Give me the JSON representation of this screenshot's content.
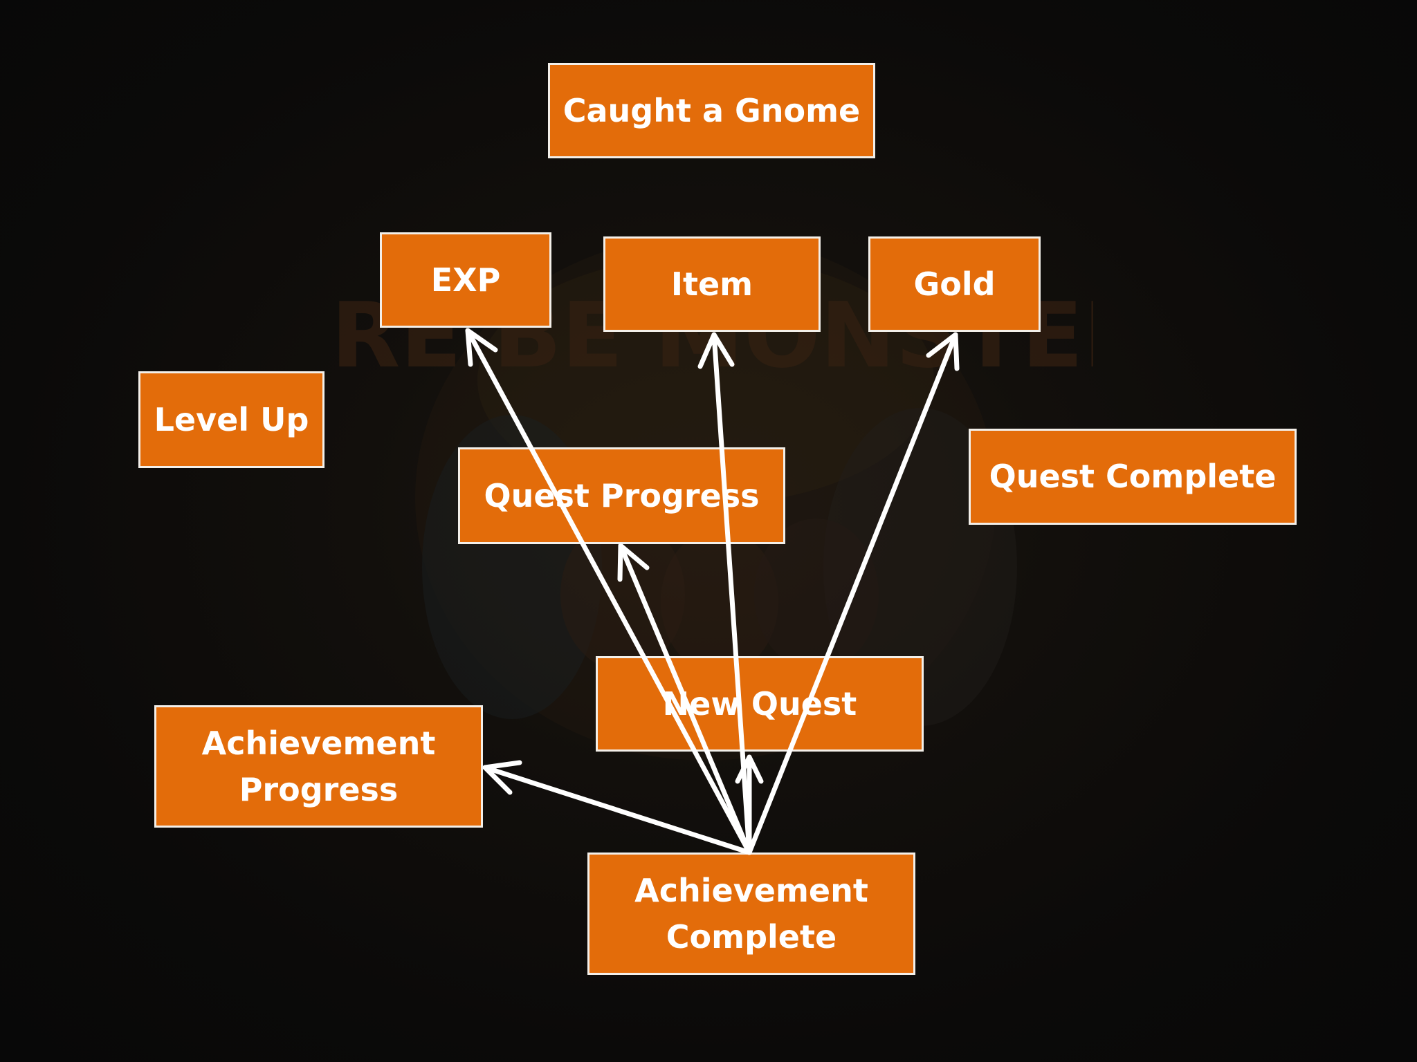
{
  "background_color": "#0b0a09",
  "box_color": "#e36c0a",
  "arrow_color": "#ffffff",
  "nodes": {
    "caught_gnome": "Caught a Gnome",
    "exp": "EXP",
    "item": "Item",
    "gold": "Gold",
    "level_up": "Level Up",
    "quest_progress": "Quest Progress",
    "quest_complete": "Quest Complete",
    "new_quest": "New Quest",
    "achievement_progress": "Achievement\nProgress",
    "achievement_complete": "Achievement\nComplete"
  },
  "background_logo_text": "HERE BE MONSTERS",
  "edges": [
    {
      "from": "achievement_complete",
      "to": "exp"
    },
    {
      "from": "achievement_complete",
      "to": "item"
    },
    {
      "from": "achievement_complete",
      "to": "gold"
    },
    {
      "from": "achievement_complete",
      "to": "quest_progress"
    },
    {
      "from": "achievement_complete",
      "to": "new_quest"
    },
    {
      "from": "achievement_complete",
      "to": "achievement_progress"
    }
  ]
}
